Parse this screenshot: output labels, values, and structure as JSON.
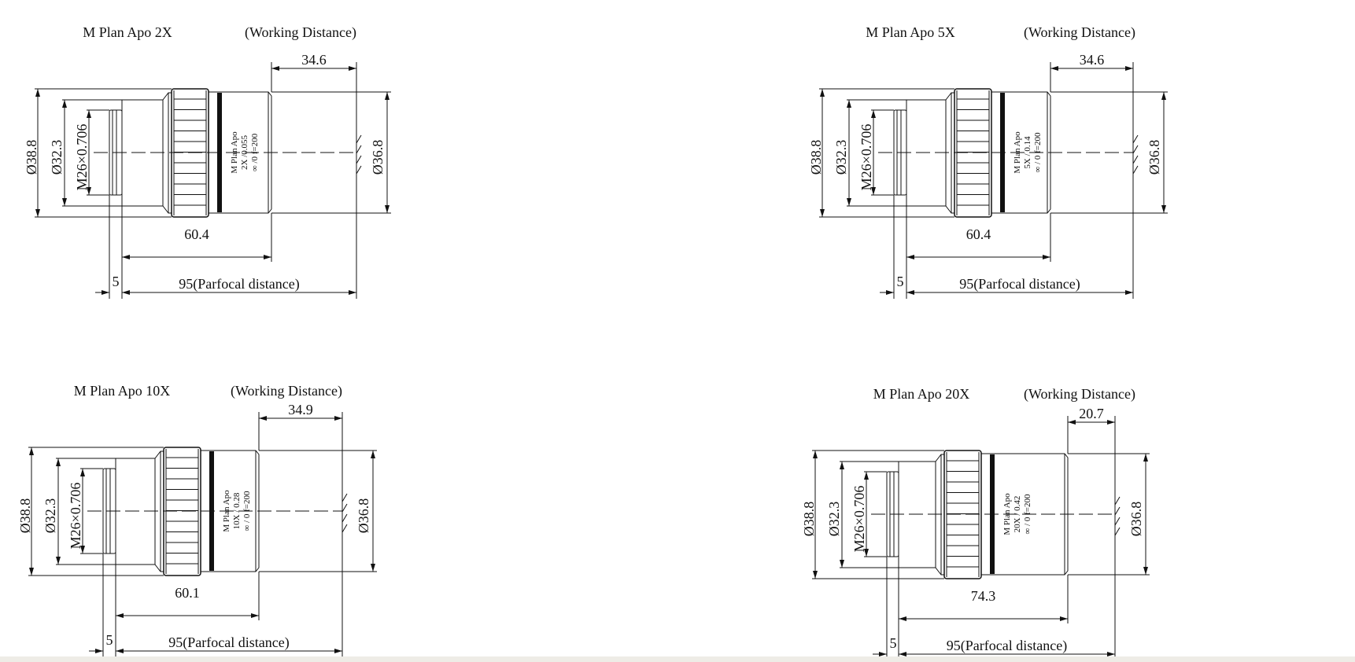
{
  "panels": [
    {
      "title": "M Plan Apo 2X",
      "wd_label": "(Working Distance)",
      "wd": "34.6",
      "length": "60.4",
      "parfocal": "95(Parfocal distance)",
      "offset": "5",
      "outer_dia": "Ø38.8",
      "inner_dia": "Ø32.3",
      "thread": "M26×0.706",
      "barrel_dia": "Ø36.8",
      "barrel_text": [
        "M Plan Apo",
        "2X /0.055",
        "∞ /0  f=200"
      ]
    },
    {
      "title": "M Plan Apo 5X",
      "wd_label": "(Working Distance)",
      "wd": "34.6",
      "length": "60.4",
      "parfocal": "95(Parfocal distance)",
      "offset": "5",
      "outer_dia": "Ø38.8",
      "inner_dia": "Ø32.3",
      "thread": "M26×0.706",
      "barrel_dia": "Ø36.8",
      "barrel_text": [
        "M Plan Apo",
        "5X / 0.14",
        "∞ / 0  f=200"
      ]
    },
    {
      "title": "M Plan Apo 10X",
      "wd_label": "(Working Distance)",
      "wd": "34.9",
      "length": "60.1",
      "parfocal": "95(Parfocal distance)",
      "offset": "5",
      "outer_dia": "Ø38.8",
      "inner_dia": "Ø32.3",
      "thread": "M26×0.706",
      "barrel_dia": "Ø36.8",
      "barrel_text": [
        "M Plan Apo",
        "10X / 0.28",
        "∞ / 0  f=200"
      ]
    },
    {
      "title": "M Plan Apo 20X",
      "wd_label": "(Working Distance)",
      "wd": "20.7",
      "length": "74.3",
      "parfocal": "95(Parfocal distance)",
      "offset": "5",
      "outer_dia": "Ø38.8",
      "inner_dia": "Ø32.3",
      "thread": "M26×0.706",
      "barrel_dia": "Ø36.8",
      "barrel_text": [
        "M Plan Apo",
        "20X / 0.42",
        "∞ / 0  f=200"
      ]
    }
  ]
}
